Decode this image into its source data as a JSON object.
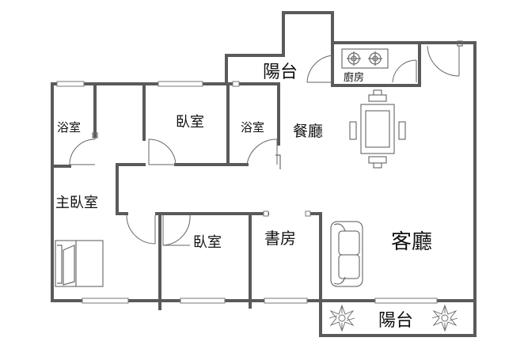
{
  "rooms": {
    "bath_master": "浴室",
    "bedroom_top": "臥室",
    "bath_center": "浴室",
    "dining": "餐廳",
    "balcony_top": "陽台",
    "kitchen": "廚房",
    "master_bedroom": "主臥室",
    "bedroom_bottom": "臥室",
    "study": "書房",
    "living": "客廳",
    "balcony_bottom": "陽台"
  },
  "colors": {
    "wall": "#5a5a5a",
    "line": "#6a6a6a",
    "background": "#ffffff"
  },
  "icons": [
    "stove-icon",
    "dining-table-icon",
    "bed-icon",
    "sofa-icon",
    "flower-icon",
    "door-icon",
    "window-icon"
  ]
}
